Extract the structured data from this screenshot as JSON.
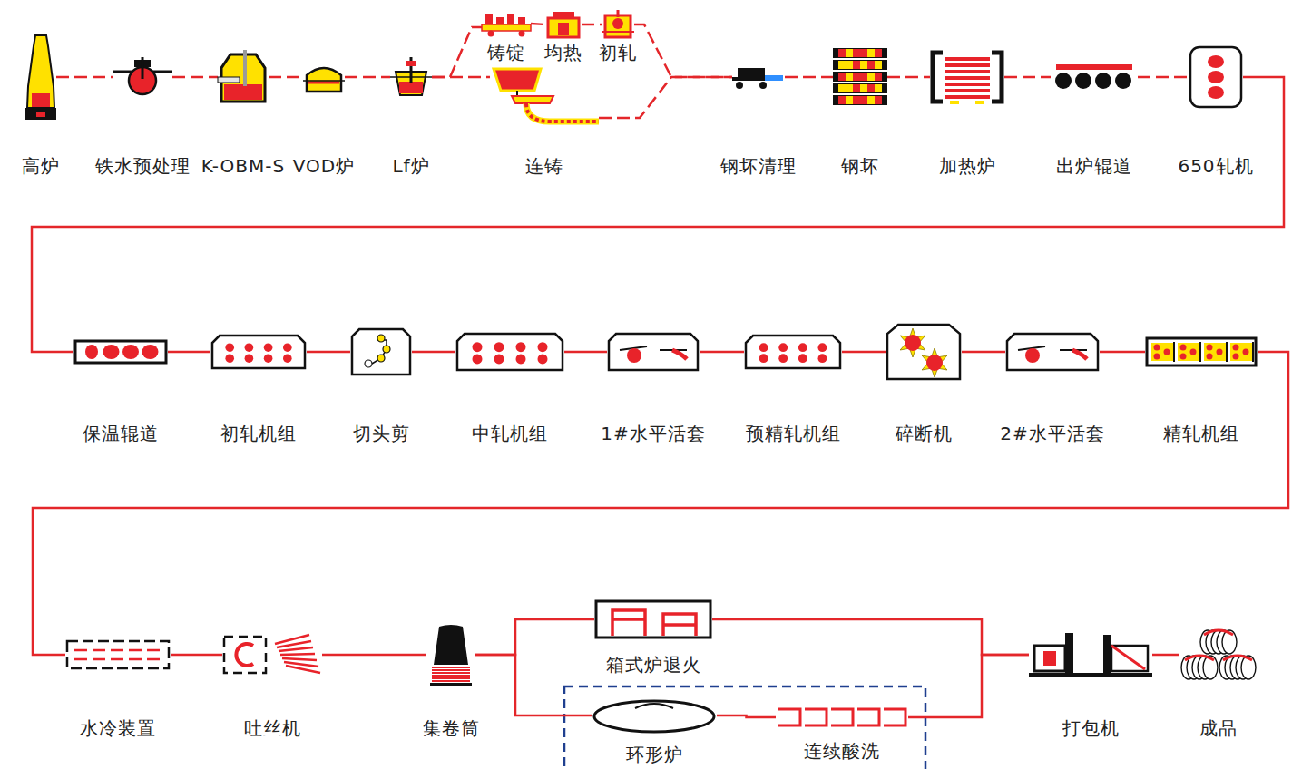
{
  "diagram": {
    "nodes": [
      {
        "text": [
          "高炉"
        ]
      },
      {
        "text": [
          "铁水预处理"
        ]
      },
      {
        "text": [
          "K-OBM-S"
        ]
      },
      {
        "text": [
          "VOD炉"
        ]
      },
      {
        "text": [
          "Lf炉"
        ]
      },
      {
        "text": [
          "铸锭"
        ]
      },
      {
        "text": [
          "均热"
        ]
      },
      {
        "text": [
          "初轧"
        ]
      },
      {
        "text": [
          "连铸"
        ]
      },
      {
        "text": [
          "钢坏清理"
        ]
      },
      {
        "text": [
          "钢坏"
        ]
      },
      {
        "text": [
          "加热炉"
        ]
      },
      {
        "text": [
          "出炉辊道"
        ]
      },
      {
        "text": [
          "650轧机"
        ]
      },
      {
        "text": [
          "保温辊道"
        ]
      },
      {
        "text": [
          "初轧机组"
        ]
      },
      {
        "text": [
          "切头剪"
        ]
      },
      {
        "text": [
          "中轧机组"
        ]
      },
      {
        "text": [
          "1#水平活套"
        ]
      },
      {
        "text": [
          "预精轧机组"
        ]
      },
      {
        "text": [
          "碎断机"
        ]
      },
      {
        "text": [
          "2#水平活套"
        ]
      },
      {
        "text": [
          "精轧机组"
        ]
      },
      {
        "text": [
          "水冷装置"
        ]
      },
      {
        "text": [
          "吐丝机"
        ]
      },
      {
        "text": [
          "集卷筒"
        ]
      },
      {
        "text": [
          "箱式炉退火"
        ]
      },
      {
        "text": [
          "环形炉"
        ]
      },
      {
        "text": [
          "连续酸洗"
        ]
      },
      {
        "text": [
          "打包机"
        ]
      },
      {
        "text": [
          "成品"
        ]
      }
    ],
    "edges": [
      {
        "from": 0,
        "to": 1,
        "arrow": "none"
      },
      {
        "from": 1,
        "to": 2,
        "arrow": "none"
      },
      {
        "from": 2,
        "to": 3,
        "arrow": "none"
      },
      {
        "from": 3,
        "to": 4,
        "arrow": "none"
      },
      {
        "from": 4,
        "to": 5,
        "arrow": "none"
      },
      {
        "from": 4,
        "to": 8,
        "arrow": "none"
      },
      {
        "from": 5,
        "to": 6,
        "arrow": "none"
      },
      {
        "from": 6,
        "to": 7,
        "arrow": "none"
      },
      {
        "from": 7,
        "to": 9,
        "arrow": "none"
      },
      {
        "from": 8,
        "to": 9,
        "arrow": "none"
      },
      {
        "from": 9,
        "to": 10,
        "arrow": "none"
      },
      {
        "from": 10,
        "to": 11,
        "arrow": "none"
      },
      {
        "from": 11,
        "to": 12,
        "arrow": "none"
      },
      {
        "from": 12,
        "to": 13,
        "arrow": "none"
      },
      {
        "from": 13,
        "to": 14,
        "arrow": "none"
      },
      {
        "from": 14,
        "to": 15,
        "arrow": "none"
      },
      {
        "from": 15,
        "to": 16,
        "arrow": "none"
      },
      {
        "from": 16,
        "to": 17,
        "arrow": "none"
      },
      {
        "from": 17,
        "to": 18,
        "arrow": "none"
      },
      {
        "from": 18,
        "to": 19,
        "arrow": "none"
      },
      {
        "from": 19,
        "to": 20,
        "arrow": "none"
      },
      {
        "from": 20,
        "to": 21,
        "arrow": "none"
      },
      {
        "from": 21,
        "to": 22,
        "arrow": "none"
      },
      {
        "from": 22,
        "to": 23,
        "arrow": "none"
      },
      {
        "from": 23,
        "to": 24,
        "arrow": "none"
      },
      {
        "from": 24,
        "to": 25,
        "arrow": "none"
      },
      {
        "from": 25,
        "to": 26,
        "arrow": "none"
      },
      {
        "from": 25,
        "to": 27,
        "arrow": "none"
      },
      {
        "from": 27,
        "to": 28,
        "arrow": "none"
      },
      {
        "from": 26,
        "to": 29,
        "arrow": "none"
      },
      {
        "from": 28,
        "to": 29,
        "arrow": "none"
      },
      {
        "from": 29,
        "to": 30,
        "arrow": "none"
      }
    ]
  }
}
